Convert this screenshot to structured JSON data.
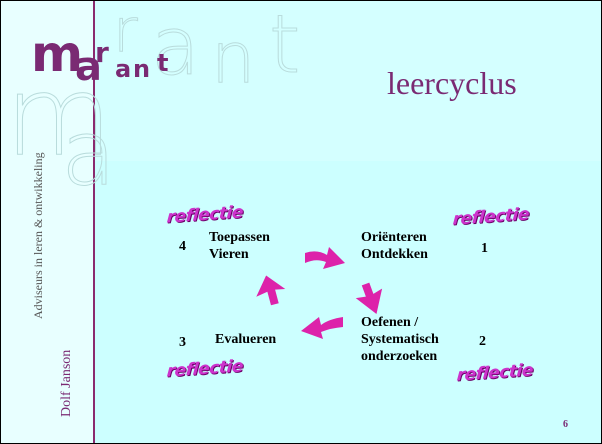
{
  "logo": {
    "text": "marant"
  },
  "slide": {
    "title": "leercyclus",
    "tagline": "Adviseurs in leren & ontwikkeling",
    "author": "Dolf Janson",
    "page_number": "6"
  },
  "cycle": {
    "reflectie_label": "reflectie",
    "steps": [
      {
        "number": "1",
        "line1": "Oriënteren",
        "line2": "Ontdekken",
        "line3": ""
      },
      {
        "number": "2",
        "line1": "Oefenen /",
        "line2": "Systematisch",
        "line3": "onderzoeken"
      },
      {
        "number": "3",
        "line1": "Evalueren",
        "line2": "",
        "line3": ""
      },
      {
        "number": "4",
        "line1": "Toepassen",
        "line2": "Vieren",
        "line3": ""
      }
    ]
  },
  "colors": {
    "background": "#ccffff",
    "brand": "#7a2a73",
    "arrow": "#dd22aa",
    "reflectie": "#cc33cc"
  }
}
